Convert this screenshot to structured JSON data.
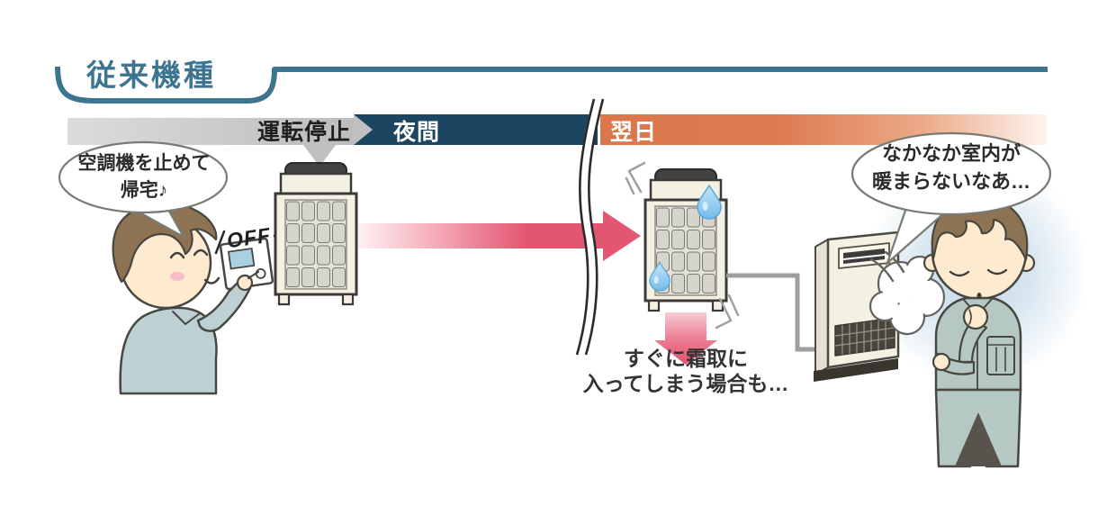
{
  "title": {
    "label": "従来機種"
  },
  "timeline": {
    "stop_label": "運転停止",
    "night_label": "夜間",
    "next_day_label": "翌日"
  },
  "left_scene": {
    "bubble_line1": "空調機を止めて",
    "bubble_line2": "帰宅♪",
    "off_label": "OFF"
  },
  "frost_note": {
    "line1": "すぐに霜取に",
    "line2": "入ってしまう場合も…"
  },
  "right_scene": {
    "bubble_line1": "なかなか室内が",
    "bubble_line2": "暖まらないなあ…"
  },
  "colors": {
    "accent_teal": "#3d7591",
    "bar_gray": "#c1c1c3",
    "night_navy": "#1b4560",
    "day_orange": "#dc764c",
    "flow_pink": "#e25671",
    "droplet_blue": "#79c0ea"
  }
}
